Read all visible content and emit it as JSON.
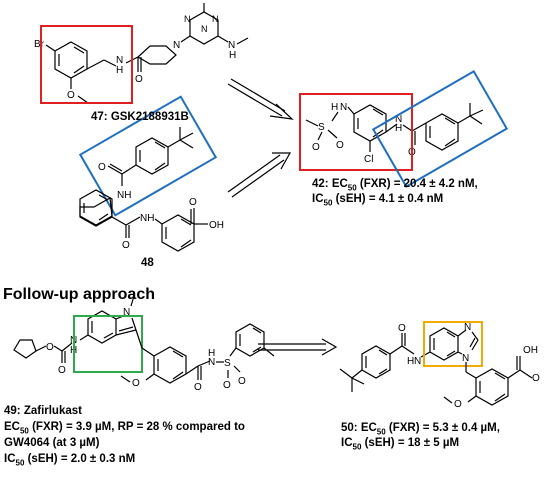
{
  "compound_47": {
    "label": "47: GSK2188931B"
  },
  "compound_48": {
    "label": "48"
  },
  "compound_42": {
    "line1_a": "42: EC",
    "line1_sub": "50",
    "line1_b": " (FXR) = 20.4 ± 4.2 nM,",
    "line2_a": "IC",
    "line2_sub": "50",
    "line2_b": " (sEH) = 4.1 ± 0.4 nM"
  },
  "section_title": "Follow-up approach",
  "compound_49": {
    "line1": "49: Zafirlukast",
    "line2_a": "EC",
    "line2_sub": "50",
    "line2_b": " (FXR) = 3.9 µM, RP = 28 % compared to",
    "line3": "GW4064 (at 3 µM)",
    "line4_a": "IC",
    "line4_sub": "50",
    "line4_b": " (sEH) = 2.0 ± 0.3 nM"
  },
  "compound_50": {
    "line1_a": "50: EC",
    "line1_sub": "50",
    "line1_b": " (FXR) = 5.3 ± 0.4 µM,",
    "line2_a": "IC",
    "line2_sub": "50",
    "line2_b": " (sEH) = 18 ± 5 µM"
  },
  "atoms": {
    "br": "Br",
    "o": "O",
    "n": "N",
    "h": "H",
    "nh": "NH",
    "hn": "HN",
    "oh": "OH",
    "s": "S",
    "cl": "Cl",
    "n_h_47": "N",
    "h_47": "H"
  },
  "colors": {
    "red": "#e02020",
    "blue": "#1f6fbf",
    "green": "#2eaa4a",
    "orange": "#f2a900"
  }
}
